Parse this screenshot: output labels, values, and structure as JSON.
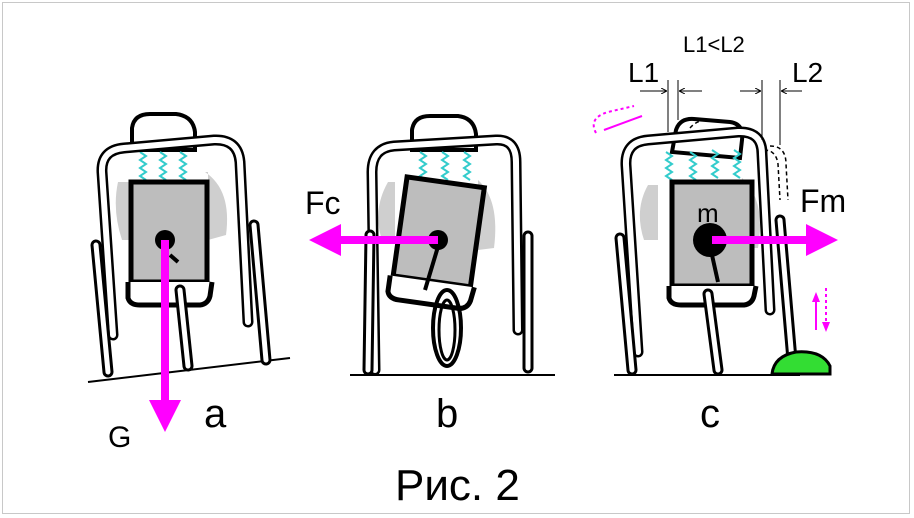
{
  "figure": {
    "caption": "Рис. 2",
    "panels": [
      {
        "id": "a",
        "letter": "a",
        "force_label": "G"
      },
      {
        "id": "b",
        "letter": "b",
        "force_label": "Fc"
      },
      {
        "id": "c",
        "letter": "c",
        "force_label": "Fm",
        "mass_label": "m",
        "dim_left": "L1",
        "dim_right": "L2",
        "dim_relation": "L1<L2"
      }
    ]
  },
  "colors": {
    "force_arrow": "#ff00ff",
    "spring": "#33cccc",
    "body": "#bdbdbd",
    "shadow": "#cfcfcf",
    "stopper": "#33dd33",
    "outline": "#000000"
  }
}
